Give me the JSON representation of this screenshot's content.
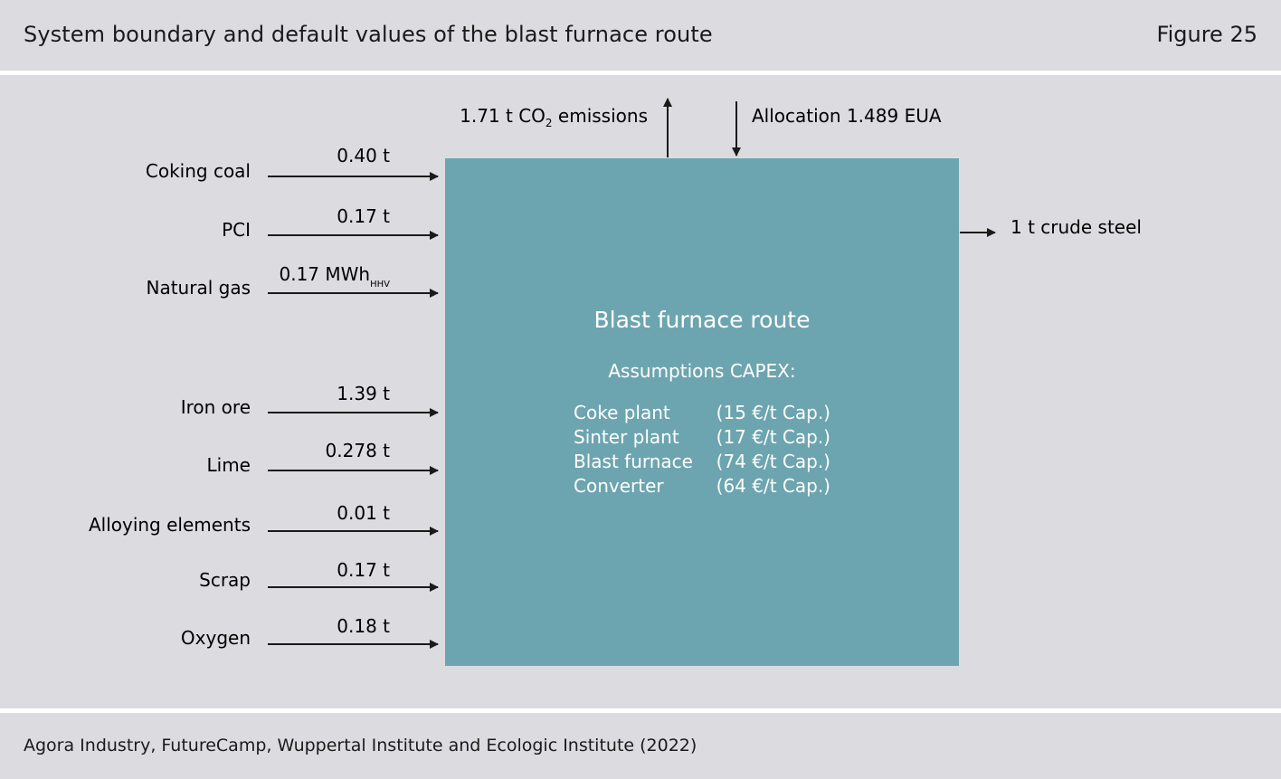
{
  "header": {
    "title": "System boundary and default values of the blast furnace route",
    "figure_label": "Figure 25"
  },
  "colors": {
    "background": "#dcdbe0",
    "box": "#6ca5b0",
    "box_text": "#ffffff",
    "arrow": "#1a1a1a",
    "rule": "#ffffff"
  },
  "inputs": [
    {
      "label": "Coking coal",
      "amount": "0.40 t"
    },
    {
      "label": "PCI",
      "amount": "0.17 t"
    },
    {
      "label": "Natural gas",
      "amount": "0.17 MWh",
      "amount_sub": "HHV"
    },
    {
      "label": "Iron ore",
      "amount": "1.39 t"
    },
    {
      "label": "Lime",
      "amount": "0.278 t"
    },
    {
      "label": "Alloying elements",
      "amount": "0.01 t"
    },
    {
      "label": "Scrap",
      "amount": "0.17 t"
    },
    {
      "label": "Oxygen",
      "amount": "0.18 t"
    }
  ],
  "top": {
    "emissions_prefix": "1.71 t CO",
    "emissions_sub": "2",
    "emissions_suffix": " emissions",
    "allocation": "Allocation 1.489 EUA"
  },
  "output": {
    "label": "1 t crude steel"
  },
  "box": {
    "title": "Blast furnace route",
    "subtitle": "Assumptions CAPEX:",
    "items": [
      {
        "name": "Coke plant",
        "value": "(15 €/t Cap.)"
      },
      {
        "name": "Sinter plant",
        "value": "(17 €/t Cap.)"
      },
      {
        "name": "Blast furnace",
        "value": "(74 €/t Cap.)"
      },
      {
        "name": "Converter",
        "value": "(64 €/t Cap.)"
      }
    ]
  },
  "footer": {
    "source": "Agora Industry, FutureCamp, Wuppertal Institute and Ecologic Institute (2022)"
  }
}
